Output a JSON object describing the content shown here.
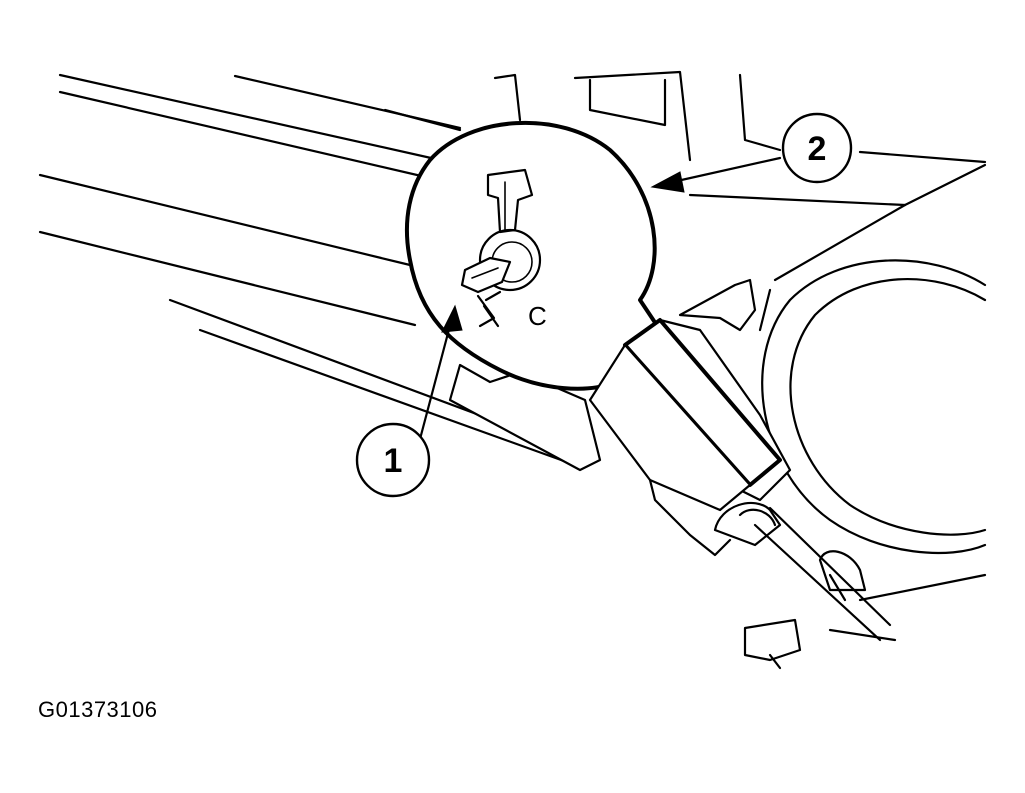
{
  "callouts": [
    {
      "id": "1",
      "label": "1"
    },
    {
      "id": "2",
      "label": "2"
    }
  ],
  "figure_code": "G01373106",
  "sensor_marking": "C"
}
